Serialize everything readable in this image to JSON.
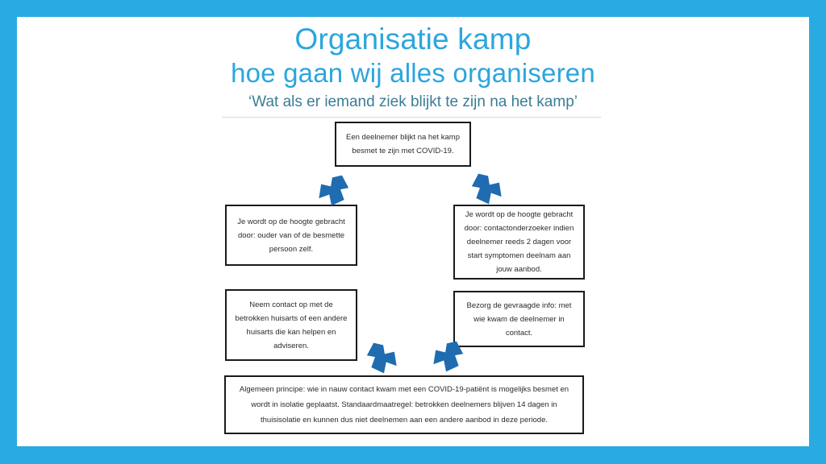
{
  "slide": {
    "border_color": "#29abe2",
    "background_color": "#ffffff",
    "title_color": "#2ba6dd",
    "subtitle_color": "#3a7d96",
    "arrow_color": "#1f6cb0",
    "box_border_color": "#1a1a1a",
    "divider_color": "#d9d9d9"
  },
  "header": {
    "title_line1": "Organisatie kamp",
    "title_line2": "hoe gaan wij alles organiseren",
    "subtitle": "‘Wat als er iemand ziek blijkt te zijn na het kamp’"
  },
  "diagram": {
    "boxes": [
      {
        "id": "top",
        "text": "Een deelnemer blijkt na het kamp besmet te zijn met COVID-19."
      },
      {
        "id": "left-1",
        "text": "Je wordt op de hoogte gebracht door: ouder van of de besmette persoon zelf."
      },
      {
        "id": "right-1",
        "text": "Je wordt op de hoogte gebracht door: contactonderzoeker indien deelnemer reeds 2 dagen voor start symptomen deelnam aan jouw aanbod."
      },
      {
        "id": "left-2",
        "text": "Neem contact op met de betrokken huisarts of een andere huisarts die kan helpen en adviseren."
      },
      {
        "id": "right-2",
        "text": "Bezorg de gevraagde info: met wie kwam de deelnemer in contact."
      },
      {
        "id": "bottom",
        "text": "Algemeen principe: wie in nauw contact kwam met een COVID-19-patiënt is mogelijks besmet en wordt in isolatie geplaatst. Standaardmaatregel: betrokken deelnemers blijven 14 dagen in thuisisolatie en kunnen dus niet deelnemen aan een andere aanbod in deze periode."
      }
    ],
    "arrows": [
      {
        "id": "arrow-1",
        "direction": "down-left",
        "from": "top",
        "to": "left-1"
      },
      {
        "id": "arrow-2",
        "direction": "down-right",
        "from": "top",
        "to": "right-1"
      },
      {
        "id": "arrow-3",
        "direction": "down-right",
        "from": "left-2",
        "to": "bottom"
      },
      {
        "id": "arrow-4",
        "direction": "down-left",
        "from": "right-2",
        "to": "bottom"
      }
    ]
  }
}
